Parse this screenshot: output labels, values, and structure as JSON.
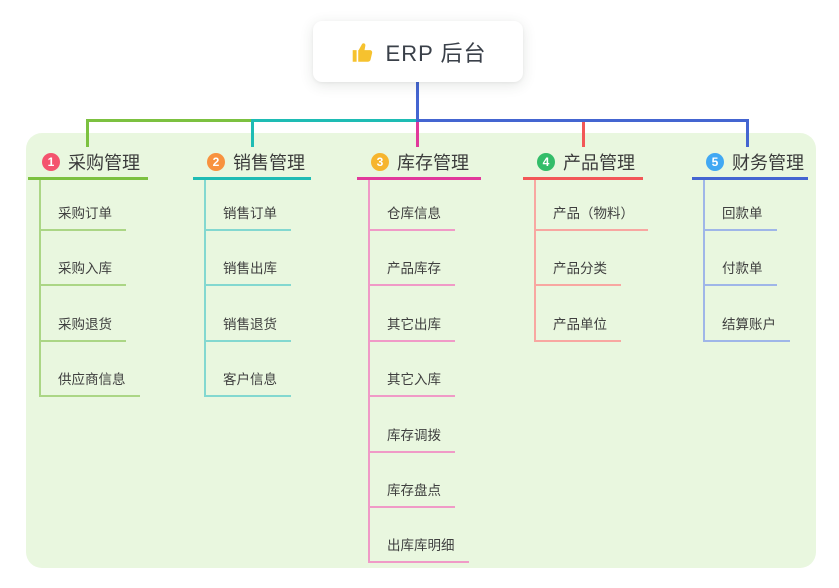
{
  "root": {
    "label": "ERP 后台",
    "icon": "thumbs-up-icon",
    "icon_color": "#f6c22f",
    "connector_color": "#4465d1"
  },
  "panel": {
    "background": "#e9f7df"
  },
  "branches": [
    {
      "num": "1",
      "label": "采购管理",
      "badge_color": "#f4536e",
      "line_color": "#7cc140",
      "light_line_color": "#abd685",
      "children": [
        "采购订单",
        "采购入库",
        "采购退货",
        "供应商信息"
      ]
    },
    {
      "num": "2",
      "label": "销售管理",
      "badge_color": "#f8923f",
      "line_color": "#1ebcb4",
      "light_line_color": "#83d8d0",
      "children": [
        "销售订单",
        "销售出库",
        "销售退货",
        "客户信息"
      ]
    },
    {
      "num": "3",
      "label": "库存管理",
      "badge_color": "#f6b52e",
      "line_color": "#e1399b",
      "light_line_color": "#f09ac7",
      "children": [
        "仓库信息",
        "产品库存",
        "其它出库",
        "其它入库",
        "库存调拨",
        "库存盘点",
        "出库库明细"
      ]
    },
    {
      "num": "4",
      "label": "产品管理",
      "badge_color": "#33bd69",
      "line_color": "#f25757",
      "light_line_color": "#f8a7a1",
      "children": [
        "产品（物料）",
        "产品分类",
        "产品单位"
      ]
    },
    {
      "num": "5",
      "label": "财务管理",
      "badge_color": "#41a8f3",
      "line_color": "#4465d1",
      "light_line_color": "#9fb6e8",
      "children": [
        "回款单",
        "付款单",
        "结算账户"
      ]
    }
  ]
}
